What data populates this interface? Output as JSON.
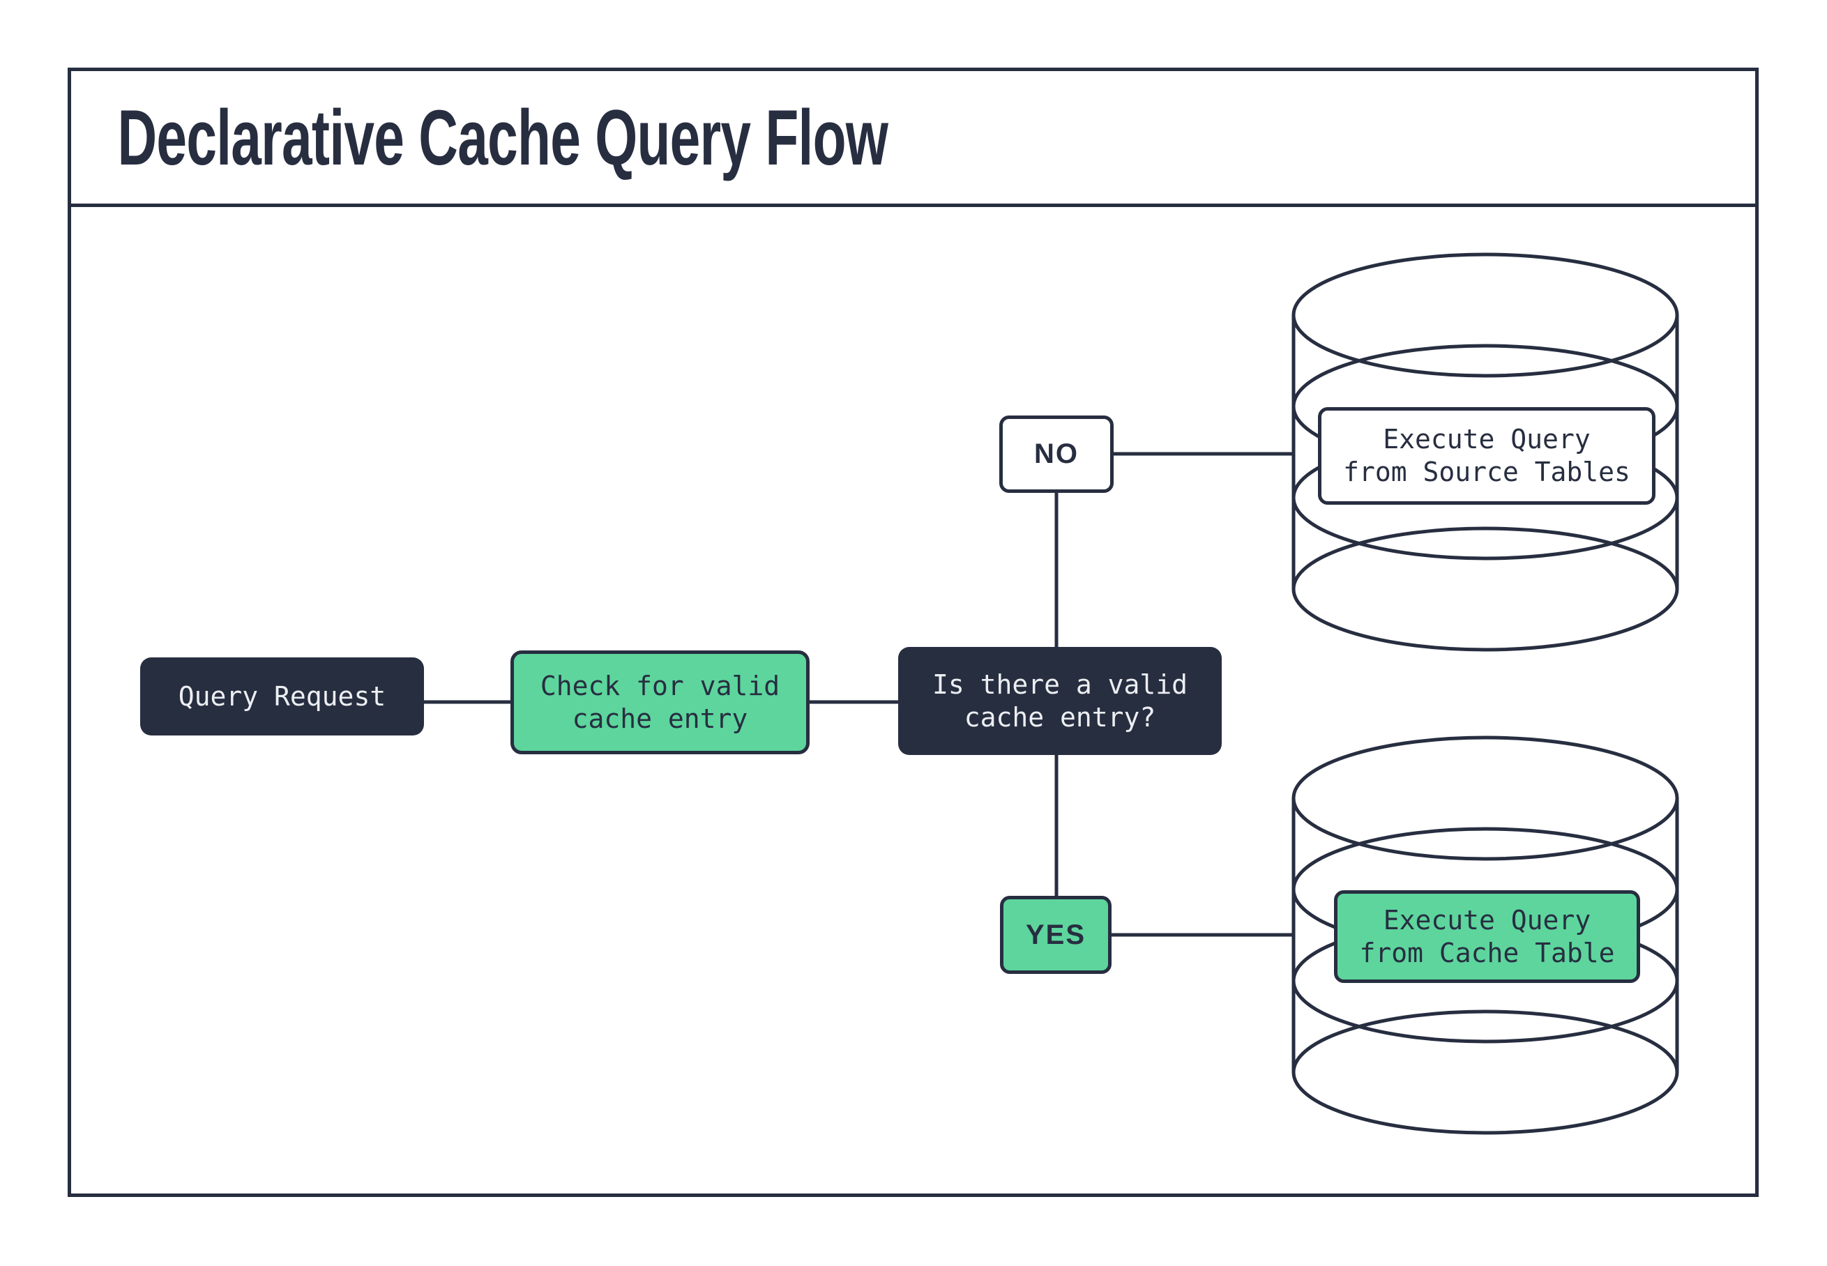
{
  "title": "Declarative Cache Query Flow",
  "colors": {
    "dark_navy": "#272e40",
    "green": "#5dd59d",
    "light_text": "#eceef1",
    "background": "#ffffff"
  },
  "flow": {
    "nodes": {
      "query_request": {
        "label": "Query Request",
        "style": "dark"
      },
      "check_cache": {
        "label": "Check for valid\ncache entry",
        "style": "green"
      },
      "decision": {
        "label": "Is there a valid\ncache entry?",
        "style": "dark"
      },
      "no_branch": {
        "label": "NO",
        "style": "white"
      },
      "yes_branch": {
        "label": "YES",
        "style": "green"
      },
      "source_db": {
        "label": "Execute Query\nfrom Source Tables",
        "style": "white",
        "container": "database-cylinder"
      },
      "cache_db": {
        "label": "Execute Query\nfrom Cache Table",
        "style": "green",
        "container": "database-cylinder"
      }
    },
    "edges": [
      {
        "from": "query_request",
        "to": "check_cache"
      },
      {
        "from": "check_cache",
        "to": "decision"
      },
      {
        "from": "decision",
        "to": "no_branch"
      },
      {
        "from": "no_branch",
        "to": "source_db"
      },
      {
        "from": "decision",
        "to": "yes_branch"
      },
      {
        "from": "yes_branch",
        "to": "cache_db"
      }
    ]
  }
}
